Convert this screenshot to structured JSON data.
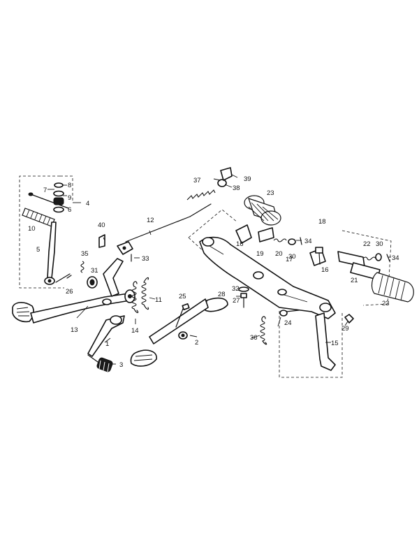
{
  "callouts": [
    {
      "id": "c1",
      "text": "1"
    },
    {
      "id": "c2",
      "text": "2"
    },
    {
      "id": "c3",
      "text": "3"
    },
    {
      "id": "c4",
      "text": "4"
    },
    {
      "id": "c5",
      "text": "5"
    },
    {
      "id": "c6",
      "text": "6"
    },
    {
      "id": "c7",
      "text": "7"
    },
    {
      "id": "c8",
      "text": "8"
    },
    {
      "id": "c9",
      "text": "9"
    },
    {
      "id": "c10",
      "text": "10"
    },
    {
      "id": "c11",
      "text": "11"
    },
    {
      "id": "c12",
      "text": "12"
    },
    {
      "id": "c13",
      "text": "13"
    },
    {
      "id": "c14",
      "text": "14"
    },
    {
      "id": "c15",
      "text": "15"
    },
    {
      "id": "c16a",
      "text": "16"
    },
    {
      "id": "c16b",
      "text": "16"
    },
    {
      "id": "c17",
      "text": "17"
    },
    {
      "id": "c18",
      "text": "18"
    },
    {
      "id": "c19",
      "text": "19"
    },
    {
      "id": "c20",
      "text": "20"
    },
    {
      "id": "c21",
      "text": "21"
    },
    {
      "id": "c22",
      "text": "22"
    },
    {
      "id": "c23a",
      "text": "23"
    },
    {
      "id": "c23b",
      "text": "23"
    },
    {
      "id": "c24",
      "text": "24"
    },
    {
      "id": "c25",
      "text": "25"
    },
    {
      "id": "c26",
      "text": "26"
    },
    {
      "id": "c27",
      "text": "27"
    },
    {
      "id": "c28",
      "text": "28"
    },
    {
      "id": "c29",
      "text": "29"
    },
    {
      "id": "c30a",
      "text": "30"
    },
    {
      "id": "c30b",
      "text": "30"
    },
    {
      "id": "c31",
      "text": "31"
    },
    {
      "id": "c32",
      "text": "32"
    },
    {
      "id": "c33",
      "text": "33"
    },
    {
      "id": "c34a",
      "text": "34"
    },
    {
      "id": "c34b",
      "text": "34"
    },
    {
      "id": "c35",
      "text": "35"
    },
    {
      "id": "c36",
      "text": "36"
    },
    {
      "id": "c37",
      "text": "37"
    },
    {
      "id": "c38",
      "text": "38"
    },
    {
      "id": "c39",
      "text": "39"
    },
    {
      "id": "c40",
      "text": "40"
    }
  ]
}
